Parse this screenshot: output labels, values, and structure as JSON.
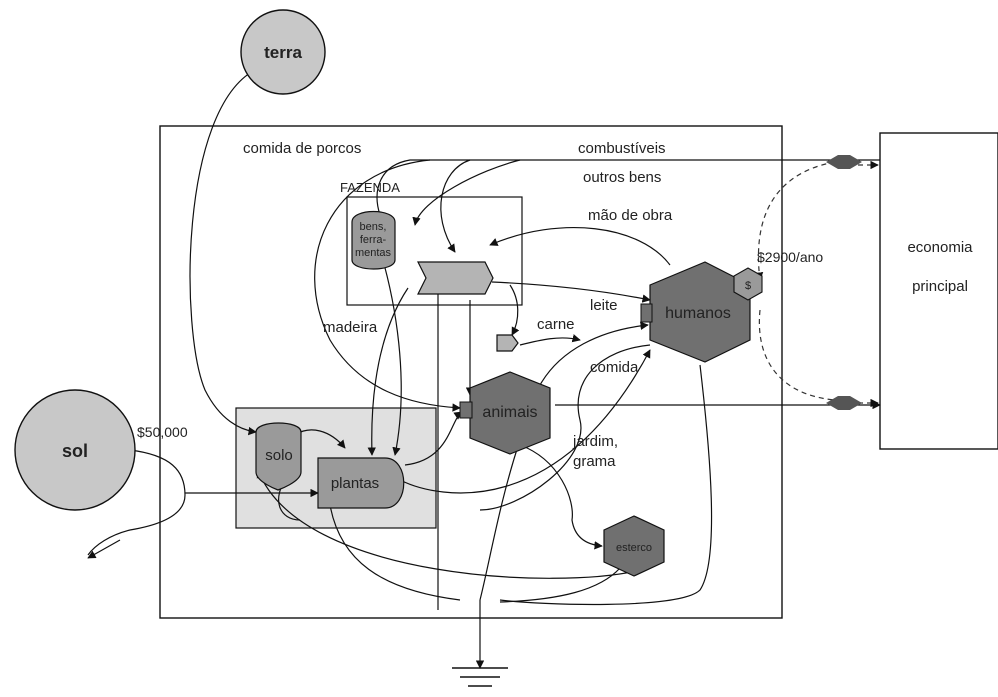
{
  "sources": {
    "terra": "terra",
    "sol": "sol"
  },
  "system": {
    "farm_label": "FAZENDA",
    "economy_line1": "economia",
    "economy_line2": "principal"
  },
  "nodes": {
    "bens_line1": "bens,",
    "bens_line2": "ferra-",
    "bens_line3": "mentas",
    "solo": "solo",
    "plantas": "plantas",
    "animais": "animais",
    "humanos": "humanos",
    "esterco": "esterco",
    "money": "$"
  },
  "flows": {
    "comida_porcos": "comida de porcos",
    "combustiveis": "combustíveis",
    "outros_bens": "outros bens",
    "mao_de_obra": "mão de obra",
    "price": "$2900/ano",
    "madeira": "madeira",
    "leite": "leite",
    "carne": "carne",
    "comida": "comida",
    "jardim": "jardim,",
    "grama": "grama",
    "sol_value": "$50,000"
  },
  "colors": {
    "source_fill": "#c8c8c8",
    "storage_fill": "#9a9a9a",
    "consumer_fill": "#707070",
    "producer_panel": "#e0e0e0",
    "transaction_fill": "#555555",
    "line": "#111111"
  }
}
